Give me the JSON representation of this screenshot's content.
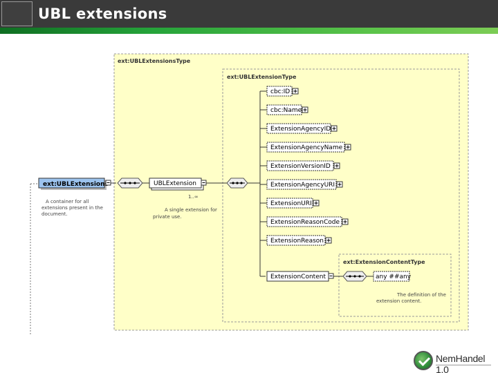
{
  "slide": {
    "title": "UBL extensions"
  },
  "diagram": {
    "outer_type": "ext:UBLExtensionsType",
    "inner_type": "ext:UBLExtensionType",
    "content_type": "ext:ExtensionContentType",
    "root": {
      "label": "ext:UBLExtensions",
      "annotation": [
        "A container for all",
        "extensions present in the",
        "document."
      ]
    },
    "extension": {
      "label": "UBLExtension",
      "cardinality": "1..∞",
      "annotation": [
        "A single extension for",
        "private use."
      ]
    },
    "children": [
      {
        "label": "cbc:ID"
      },
      {
        "label": "cbc:Name"
      },
      {
        "label": "ExtensionAgencyID"
      },
      {
        "label": "ExtensionAgencyName"
      },
      {
        "label": "ExtensionVersionID"
      },
      {
        "label": "ExtensionAgencyURI"
      },
      {
        "label": "ExtensionURI"
      },
      {
        "label": "ExtensionReasonCode"
      },
      {
        "label": "ExtensionReason"
      }
    ],
    "content": {
      "label": "ExtensionContent",
      "any": "any ##any",
      "annotation": [
        "The definition of the",
        "extension content."
      ]
    }
  },
  "logo": {
    "text": "NemHandel 1.0"
  },
  "colors": {
    "title_bar": "#3a3a3a",
    "green_bar": "#25a33a",
    "type_box": "#ffffc8",
    "root_element": "#9cc3ee"
  }
}
